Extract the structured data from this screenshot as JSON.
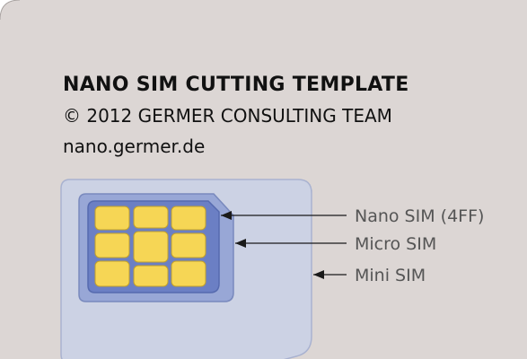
{
  "colors": {
    "background": "#dcd6d4",
    "card_edge": "#a9a3a1",
    "text": "#111111",
    "mini_sim": "#ccd2e4",
    "mini_sim_stroke": "#a9b2d0",
    "micro_sim": "#98a7d6",
    "micro_sim_stroke": "#7989bd",
    "nano_sim": "#6b7fc4",
    "nano_sim_stroke": "#566aaf",
    "chip": "#f6d655",
    "chip_stroke": "#c2a02a",
    "arrow": "#1a1a1a",
    "label": "#555555"
  },
  "header": {
    "title": "NANO SIM CUTTING TEMPLATE",
    "copyright": "© 2012 GERMER CONSULTING TEAM",
    "website": "nano.germer.de"
  },
  "labels": {
    "nano": "Nano SIM (4FF)",
    "micro": "Micro SIM",
    "mini": "Mini SIM"
  }
}
